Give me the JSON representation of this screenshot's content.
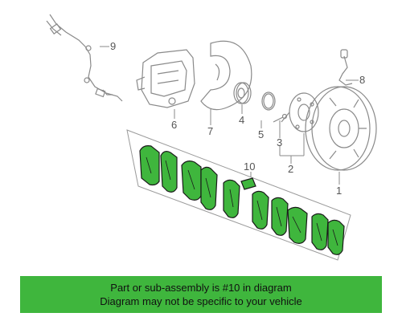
{
  "callouts": {
    "c1": "1",
    "c2": "2",
    "c3": "3",
    "c4": "4",
    "c5": "5",
    "c6": "6",
    "c7": "7",
    "c8": "8",
    "c9": "9",
    "c10": "10"
  },
  "banner": {
    "line1": "Part or sub-assembly is #10 in diagram",
    "line2": "Diagram may not be specific to your vehicle"
  },
  "colors": {
    "highlight": "#3fb63d",
    "pad_fill": "#3fb63d",
    "line": "#777777"
  }
}
